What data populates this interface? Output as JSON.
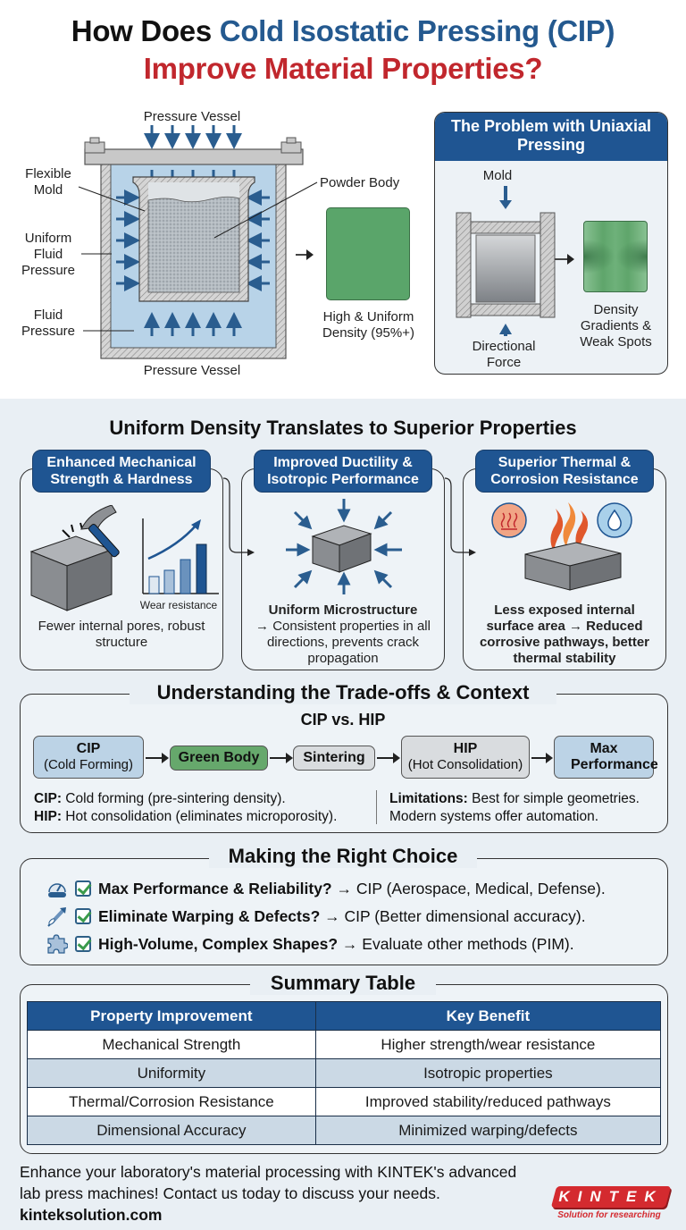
{
  "title": {
    "line1_black": "How Does",
    "line1_blue": "Cold Isostatic Pressing (CIP)",
    "line2_red": "Improve Material Properties?"
  },
  "cip_diagram": {
    "top_label": "Pressure Vessel",
    "bottom_label": "Pressure Vessel",
    "flexible_mold": "Flexible Mold",
    "uniform_fluid_pressure": "Uniform Fluid Pressure",
    "fluid_pressure": "Fluid Pressure",
    "powder_body": "Powder Body",
    "result_label": "High & Uniform Density (95%+)",
    "result_color": "#5aa56a"
  },
  "uniaxial_panel": {
    "title": "The Problem with Uniaxial Pressing",
    "mold_label": "Mold",
    "force_label": "Directional Force",
    "result_label": "Density Gradients & Weak Spots"
  },
  "properties_section": {
    "heading": "Uniform Density Translates to Superior Properties",
    "cards": [
      {
        "title": "Enhanced Mechanical Strength & Hardness",
        "chart_label": "Wear resistance",
        "text": "Fewer internal pores, robust structure"
      },
      {
        "title": "Improved Ductility & Isotropic Performance",
        "bold_text": "Uniform Microstructure",
        "text": "→ Consistent properties in all directions, prevents crack propagation"
      },
      {
        "title": "Superior Thermal & Corrosion Resistance",
        "text": "Less exposed internal surface area → Reduced corrosive pathways, better thermal stability"
      }
    ]
  },
  "tradeoffs": {
    "heading": "Understanding the Trade-offs & Context",
    "subheading": "CIP vs. HIP",
    "flow": [
      {
        "label": "CIP",
        "sub": "(Cold Forming)",
        "color": "#bcd3e6"
      },
      {
        "label": "Green Body",
        "sub": "",
        "color": "#66a86c"
      },
      {
        "label": "Sintering",
        "sub": "",
        "color": "#d9dcdf"
      },
      {
        "label": "HIP",
        "sub": "(Hot Consolidation)",
        "color": "#d9dcdf"
      },
      {
        "label": "Max Performance",
        "sub": "",
        "color": "#bcd3e6"
      }
    ],
    "notes_left": [
      {
        "bold": "CIP:",
        "text": " Cold forming (pre-sintering density)."
      },
      {
        "bold": "HIP:",
        "text": " Hot consolidation (eliminates microporosity)."
      }
    ],
    "notes_right": [
      {
        "bold": "Limitations:",
        "text": " Best for simple geometries."
      },
      {
        "bold": "",
        "text": "Modern systems offer automation."
      }
    ]
  },
  "choice": {
    "heading": "Making the Right Choice",
    "items": [
      {
        "icon": "gauge-icon",
        "bold": "Max Performance & Reliability?",
        "text": " → CIP (Aerospace, Medical, Defense)."
      },
      {
        "icon": "pin-icon",
        "bold": "Eliminate Warping & Defects?",
        "text": " → CIP (Better dimensional accuracy)."
      },
      {
        "icon": "puzzle-icon",
        "bold": "High-Volume, Complex Shapes?",
        "text": " → Evaluate other methods (PIM)."
      }
    ]
  },
  "summary": {
    "heading": "Summary Table",
    "columns": [
      "Property Improvement",
      "Key Benefit"
    ],
    "rows": [
      [
        "Mechanical Strength",
        "Higher strength/wear resistance"
      ],
      [
        "Uniformity",
        "Isotropic properties"
      ],
      [
        "Thermal/Corrosion Resistance",
        "Improved stability/reduced pathways"
      ],
      [
        "Dimensional Accuracy",
        "Minimized warping/defects"
      ]
    ]
  },
  "footer": {
    "line1": "Enhance your laboratory's material processing with KINTEK's advanced",
    "line2": "lab press machines! Contact us today to discuss your needs.",
    "website": "kinteksolution.com",
    "logo_text": "KINTEK",
    "logo_tagline": "Solution for researching",
    "brand_color": "#d42a2f"
  }
}
